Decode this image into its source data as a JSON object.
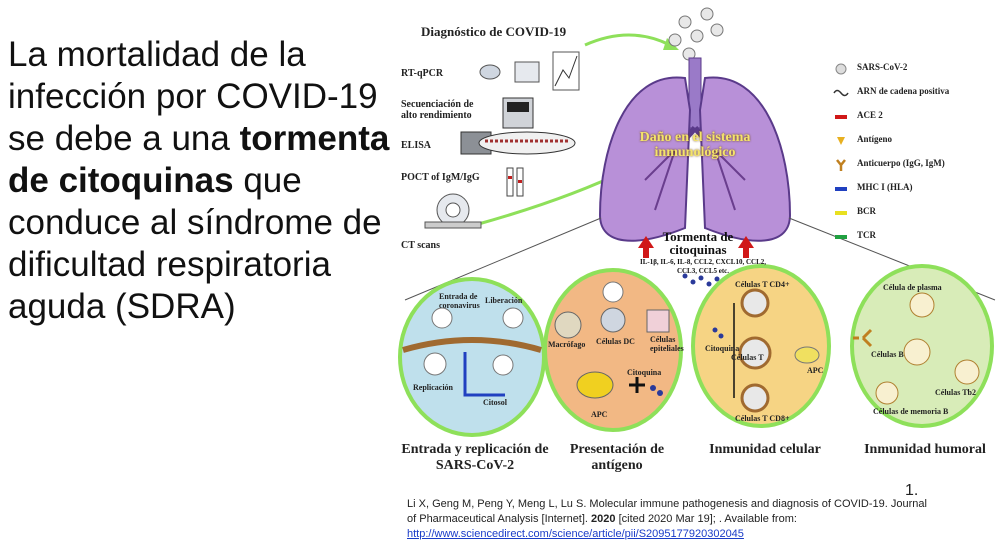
{
  "slide": {
    "pre": "La mortalidad de la infección por COVID-19 se debe a una ",
    "bold1": "tormenta de citoquinas",
    "post": " que conduce al síndrome de dificultad respiratoria aguda (SDRA)"
  },
  "figure": {
    "diagnosis_title": "Diagnóstico de COVID-19",
    "methods": [
      "RT-qPCR",
      "Secuenciación de",
      "alto rendimiento",
      "ELISA",
      "POCT of IgM/IgG",
      "CT scans"
    ],
    "lung_label": "Daño en el sistema inmunológico",
    "storm_title": "Tormenta de citoquinas",
    "storm_cytokines": "IL-1β, IL-6, IL-8, CCL2, CXCL10, CCL2, CCL3, CCL5 etc.",
    "legend": [
      {
        "label": "SARS-CoV-2",
        "icon": "virus-icon",
        "color": "#888888"
      },
      {
        "label": "ARN de cadena positiva",
        "icon": "rna-icon",
        "color": "#333333"
      },
      {
        "label": "ACE 2",
        "icon": "ace2-icon",
        "color": "#d01818"
      },
      {
        "label": "Antígeno",
        "icon": "antigen-icon",
        "color": "#e8b020"
      },
      {
        "label": "Anticuerpo (IgG, IgM)",
        "icon": "antibody-icon",
        "color": "#c08020"
      },
      {
        "label": "MHC I (HLA)",
        "icon": "mhc-icon",
        "color": "#2040c0"
      },
      {
        "label": "BCR",
        "icon": "bcr-icon",
        "color": "#e8e020"
      },
      {
        "label": "TCR",
        "icon": "tcr-icon",
        "color": "#20a040"
      }
    ],
    "panel1": {
      "entry": "Entrada de coronavirus",
      "release": "Liberación",
      "replication": "Replicación",
      "cytosol": "Citosol"
    },
    "panel2": {
      "macrophage": "Macrófago",
      "dc": "Células DC",
      "epithelial": "Células epiteliales",
      "cytokine": "Citoquina",
      "apc": "APC"
    },
    "panel3": {
      "cd4": "Células T CD4+",
      "cytokine": "Citoquina",
      "tcells": "Células T",
      "apc": "APC",
      "cd8": "Células T CD8+"
    },
    "panel4": {
      "plasma": "Célula de plasma",
      "bcells": "Células B",
      "th2": "Células Tb2",
      "memory": "Células de memoria B"
    },
    "panel_titles": [
      "Entrada y replicación de SARS-CoV-2",
      "Presentación de antígeno",
      "Inmunidad celular",
      "Inmunidad humoral"
    ],
    "ref_number": "1.",
    "citation_text": "Li X, Geng M, Peng Y, Meng L, Lu S. Molecular immune pathogenesis and diagnosis of COVID-19. Journal of Pharmaceutical Analysis [Internet].",
    "citation_year": "2020",
    "citation_rest": "[cited 2020 Mar 19]; . Available from:",
    "citation_url": "http://www.sciencedirect.com/science/article/pii/S2095177920302045"
  }
}
